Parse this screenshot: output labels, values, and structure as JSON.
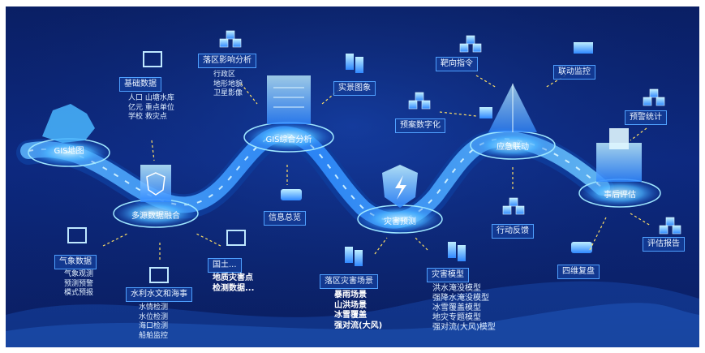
{
  "platforms": {
    "gis_map": "GIS地图",
    "fusion": "多源数据融合",
    "gis_analysis": "GIS综合分析",
    "prediction": "灾害预测",
    "linkage": "应急联动",
    "evaluation": "事后评估"
  },
  "basic_data": {
    "title": "基础数据",
    "lines": [
      "人口 山塘水库",
      "亿元 重点单位",
      "学校 救灾点"
    ]
  },
  "influence": {
    "title": "落区影响分析",
    "lines": [
      "行政区",
      "地形地貌",
      "卫星影像"
    ]
  },
  "labels": {
    "scene_image": "实景图象",
    "plan_digital": "预案数字化",
    "target_command": "靶向指令",
    "linkage_monitor": "联动监控",
    "warning_stats": "预警统计",
    "info_overview": "信息总览",
    "action_feedback": "行动反馈",
    "eval_report": "评估报告",
    "replay_4d": "四维复盘"
  },
  "weather": {
    "title": "气象数据",
    "lines": [
      "气象观测",
      "预测预警",
      "模式预报"
    ]
  },
  "hydro": {
    "title": "水利水文和海事",
    "lines": [
      "水情检测",
      "水位检测",
      "海口检测",
      "船舶监控"
    ]
  },
  "land": {
    "title": "国土...",
    "lines": [
      "地质灾害点",
      "检测数据..."
    ]
  },
  "scenario": {
    "title": "落区灾害场景",
    "lines": [
      "暴雨场景",
      "山洪场景",
      "冰雪覆盖",
      "强对流(大风)"
    ]
  },
  "model": {
    "title": "灾害模型",
    "lines": [
      "洪水淹没模型",
      "强降水淹没模型",
      "冰雪覆盖模型",
      "地灾专题模型",
      "强对流(大风)模型"
    ]
  },
  "colors": {
    "background": "#0b2370",
    "band": "#2f8dff",
    "glow": "#7fd8ff",
    "accent_box": "#4fa0ff"
  }
}
